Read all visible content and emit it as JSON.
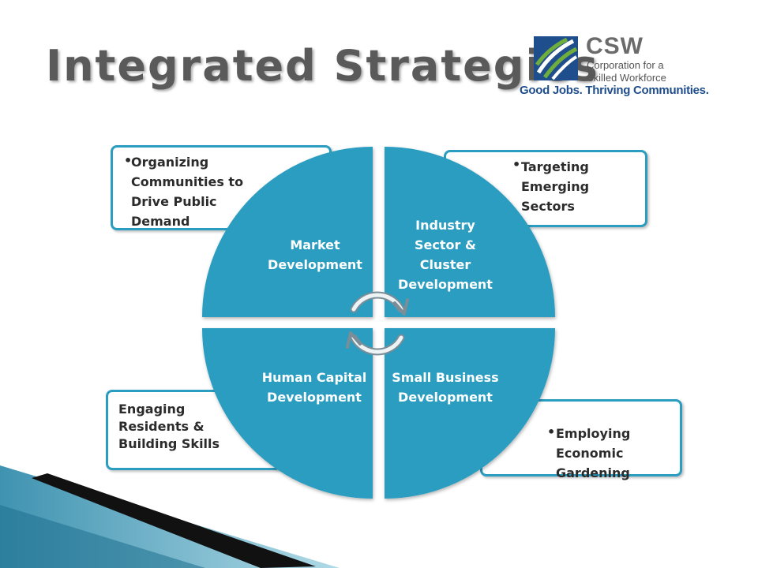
{
  "title": "Integrated Strategies",
  "logo": {
    "name": "CSW",
    "line1": "Corporation for a",
    "line2": "Skilled Workforce",
    "tagline": "Good Jobs. Thriving Communities."
  },
  "quadrants": {
    "market": "Market Development",
    "industry": "Industry Sector & Cluster Development",
    "human": "Human Capital Development",
    "small": "Small Business Development"
  },
  "callouts": {
    "top_left": {
      "bullet": "•",
      "lines": [
        "Organizing",
        "Communities to",
        "Drive Public",
        "Demand"
      ]
    },
    "top_right": {
      "bullet": "•",
      "lines": [
        "Targeting",
        "Emerging",
        "Sectors"
      ]
    },
    "bottom_left": {
      "lines": [
        "Engaging",
        "Residents &",
        "Building Skills"
      ]
    },
    "bottom_right": {
      "bullet": "•",
      "lines": [
        "Employing",
        "Economic",
        "Gardening"
      ]
    }
  },
  "colors": {
    "quadrant": "#2a9dc0",
    "border": "#2a9dc0",
    "logo_blue": "#1f4e8c",
    "logo_green": "#6fae3c"
  }
}
